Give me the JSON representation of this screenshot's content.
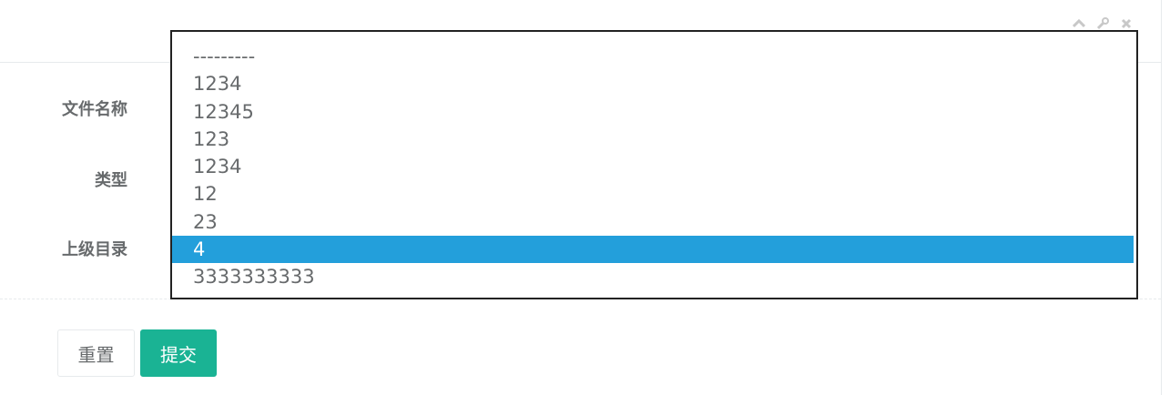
{
  "panel": {
    "tools": [
      {
        "icon": "chevron-up-icon"
      },
      {
        "icon": "wrench-icon"
      },
      {
        "icon": "close-icon"
      }
    ]
  },
  "form": {
    "labels": {
      "file_name": "文件名称",
      "type": "类型",
      "parent_dir": "上级目录"
    }
  },
  "dropdown": {
    "options": [
      "---------",
      "1234",
      "12345",
      "123",
      "1234",
      "12",
      "23",
      "4",
      "3333333333"
    ],
    "selected_index": 7
  },
  "buttons": {
    "reset": "重置",
    "submit": "提交"
  },
  "colors": {
    "accent": "#1ab394",
    "selection": "#239fdb"
  }
}
